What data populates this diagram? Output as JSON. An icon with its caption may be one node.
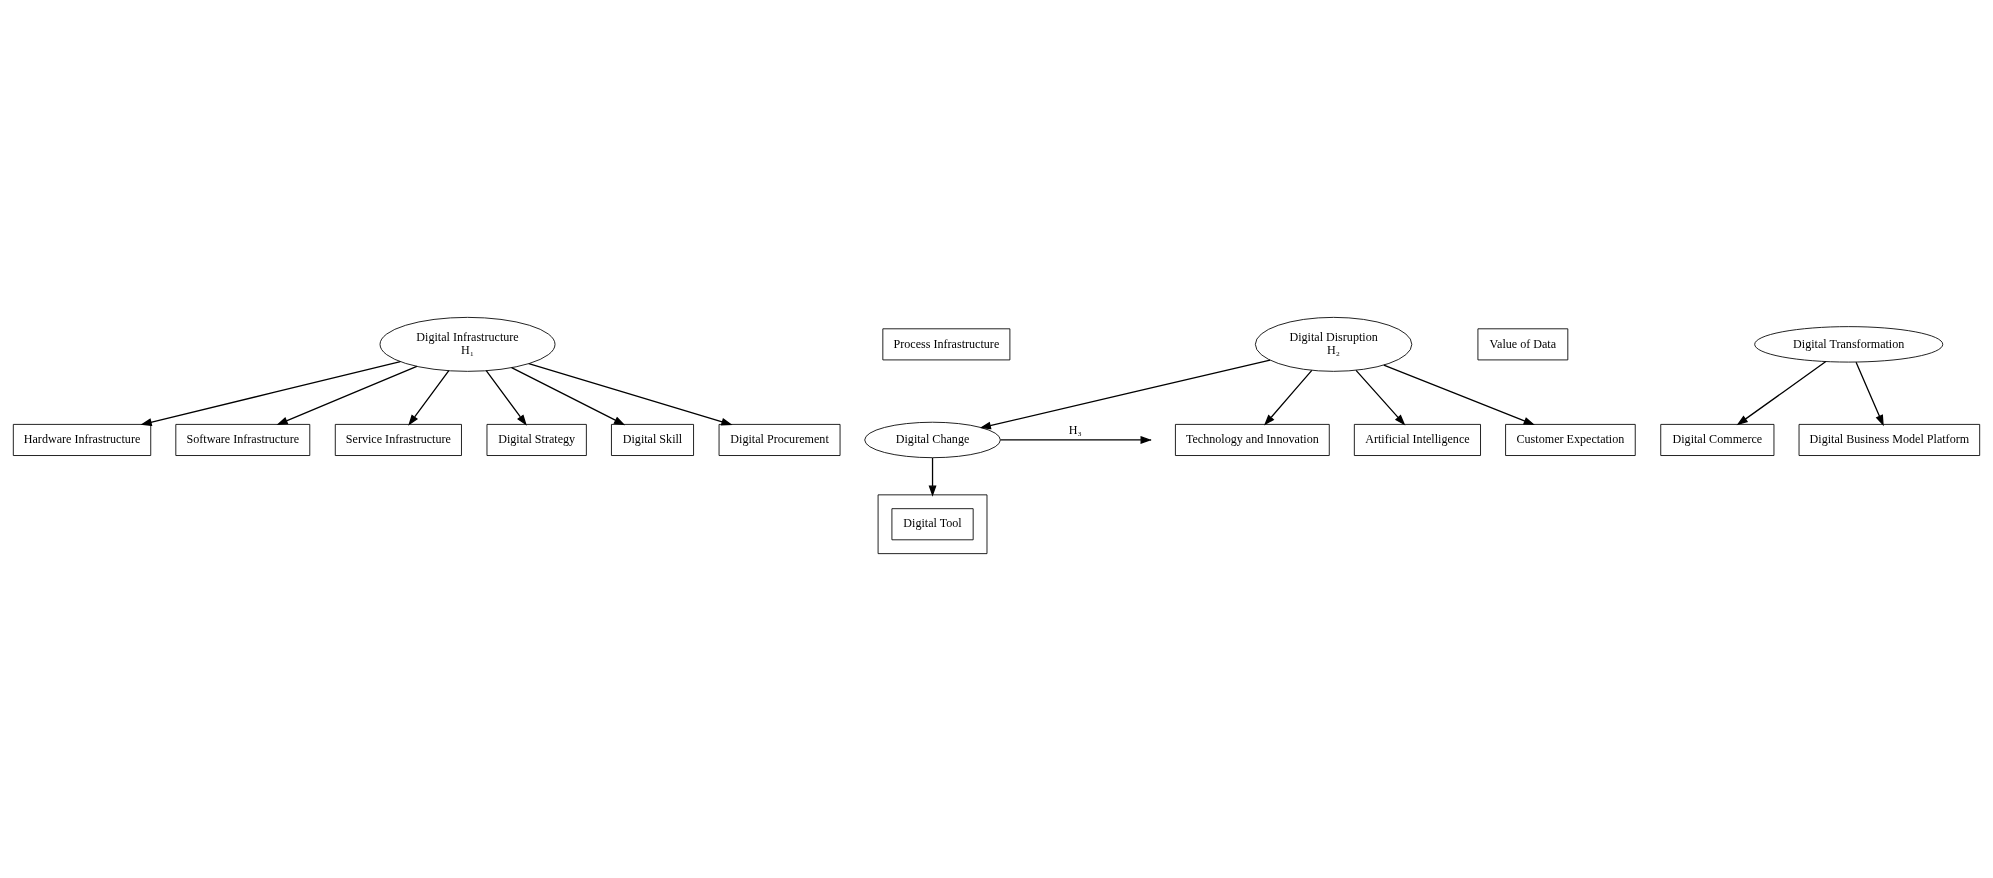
{
  "diagram": {
    "nodes": [
      {
        "text": [
          "Hardware Infrastructure"
        ]
      },
      {
        "text": [
          "Software Infrastructure"
        ]
      },
      {
        "text": [
          "Process Infrastructure"
        ]
      },
      {
        "text": [
          "Service Infrastructure"
        ]
      },
      {
        "text": [
          "Digital Infrastructure",
          "H₁"
        ]
      },
      {
        "text": [
          "Digital Strategy"
        ]
      },
      {
        "text": [
          "Digital Skill"
        ]
      },
      {
        "text": [
          "Digital Procurement"
        ]
      },
      {
        "text": [],
        "shape": "box"
      },
      {
        "text": [
          "Digital Tool"
        ],
        "in": 8
      },
      {
        "text": [
          "Value of Data"
        ]
      },
      {
        "text": [
          "Digital Change"
        ]
      },
      {
        "text": [
          "Digital Transformation"
        ]
      },
      {
        "text": [
          "Digital Commerce"
        ]
      },
      {
        "text": [
          "Digital Disruption",
          "H₂"
        ]
      },
      {
        "text": [
          "Digital Business Model Platform"
        ]
      },
      {
        "text": [
          "Technology and Innovation"
        ]
      },
      {
        "text": [
          "Artificial Intelligence"
        ]
      },
      {
        "text": [
          "Customer Expectation"
        ]
      }
    ],
    "edges": [
      {
        "from": 4,
        "to": 0,
        "arrow": "to"
      },
      {
        "from": 4,
        "to": 1,
        "arrow": "to"
      },
      {
        "from": 4,
        "to": 3,
        "arrow": "to"
      },
      {
        "from": 4,
        "to": 5,
        "arrow": "to"
      },
      {
        "from": 4,
        "to": 6,
        "arrow": "to"
      },
      {
        "from": 4,
        "to": 7,
        "arrow": "to"
      },
      {
        "from": 14,
        "to": 11,
        "arrow": "to"
      },
      {
        "from": 11,
        "to": 8,
        "arrow": "to"
      },
      {
        "from": 11,
        "to": null,
        "arrow": "to",
        "label": "H₃"
      },
      {
        "from": 12,
        "to": 13,
        "arrow": "to"
      },
      {
        "from": 12,
        "to": 15,
        "arrow": "to"
      },
      {
        "from": 14,
        "to": 16,
        "arrow": "to"
      },
      {
        "from": 14,
        "to": 17,
        "arrow": "to"
      },
      {
        "from": 14,
        "to": 18,
        "arrow": "to"
      }
    ]
  }
}
